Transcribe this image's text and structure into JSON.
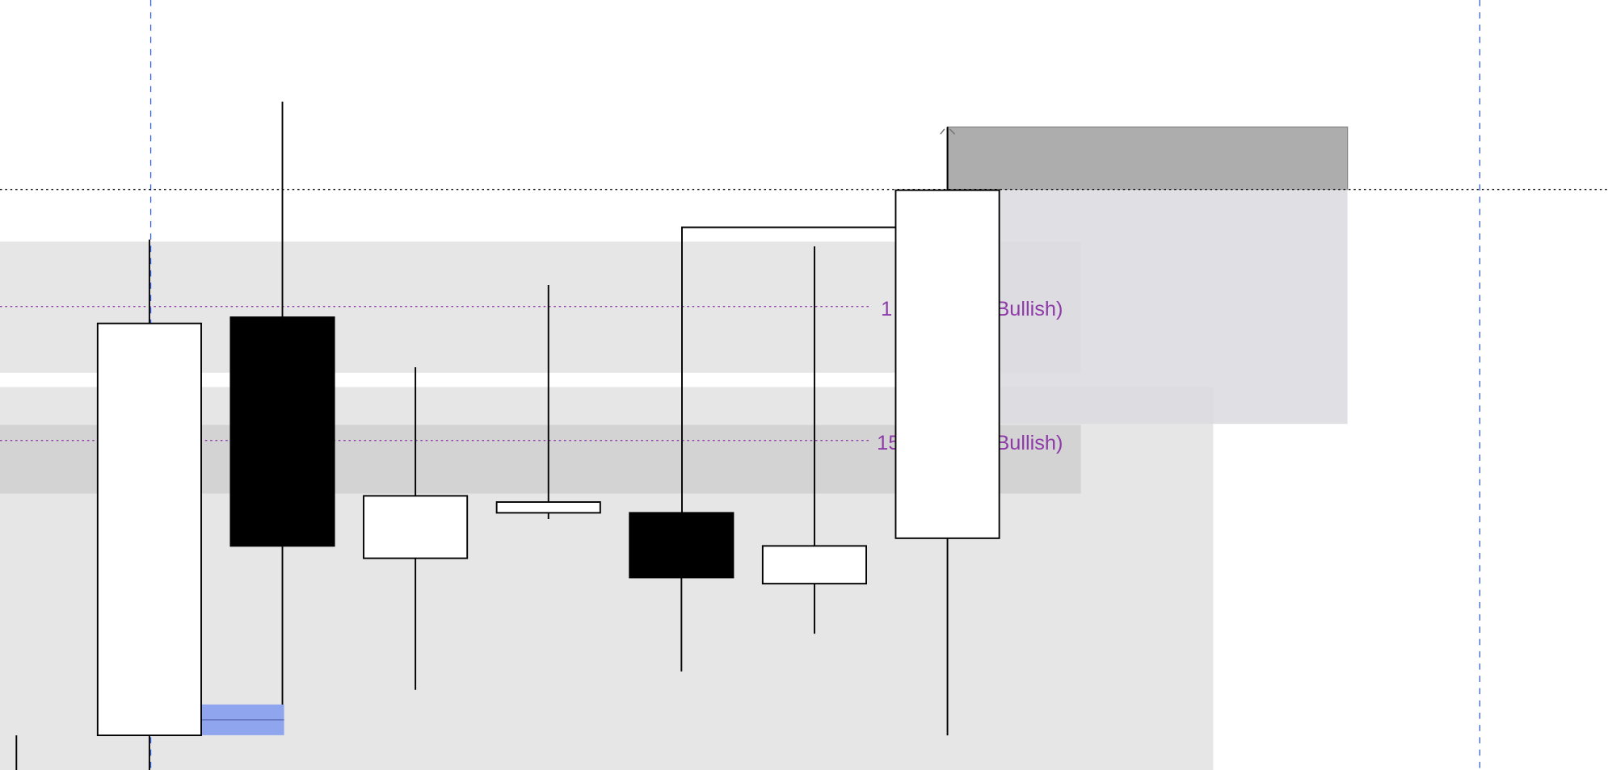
{
  "chart_data": {
    "type": "candlestick",
    "title": "",
    "price_range": [
      0,
      100
    ],
    "colors": {
      "bull_body": "#ffffff",
      "bear_body": "#000000",
      "outline": "#000000",
      "level_line": "#8e3aa8",
      "session_line": "#2f5be0",
      "fvg": "#8fa5ee"
    },
    "candles": [
      {
        "open": 4.5,
        "high": 4.5,
        "low": -5,
        "close": 4.5,
        "partial": true
      },
      {
        "open": 4.5,
        "high": 68.9,
        "low": -5,
        "close": 58.0
      },
      {
        "open": 58.8,
        "high": 86.8,
        "low": 8.5,
        "close": 29.1
      },
      {
        "open": 27.5,
        "high": 52.3,
        "low": 10.4,
        "close": 35.6
      },
      {
        "open": 33.4,
        "high": 63.0,
        "low": 32.6,
        "close": 34.8
      },
      {
        "open": 33.4,
        "high": 33.4,
        "low": 12.8,
        "close": 25.0
      },
      {
        "open": 24.2,
        "high": 68.0,
        "low": 17.7,
        "close": 29.1
      },
      {
        "open": 30.1,
        "high": 83.5,
        "low": 4.5,
        "close": 75.3
      }
    ],
    "levels": [
      {
        "price": 60.2,
        "label_start": "1",
        "label_end": "Bullish)"
      },
      {
        "price": 42.8,
        "label_start": "15",
        "label_end": "Bullish)"
      }
    ],
    "reference_line": 75.4
  }
}
